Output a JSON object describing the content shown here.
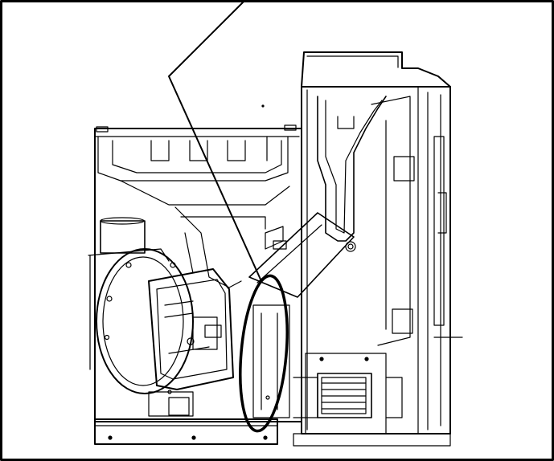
{
  "figure": {
    "description_free": true,
    "line_color": "#000000",
    "background_color": "#ffffff",
    "callout_color": "#000000"
  },
  "components": {
    "left_unit": "blower-assembly",
    "right_unit": "heat-exchanger-cabinet",
    "highlight": "oval-callout"
  }
}
